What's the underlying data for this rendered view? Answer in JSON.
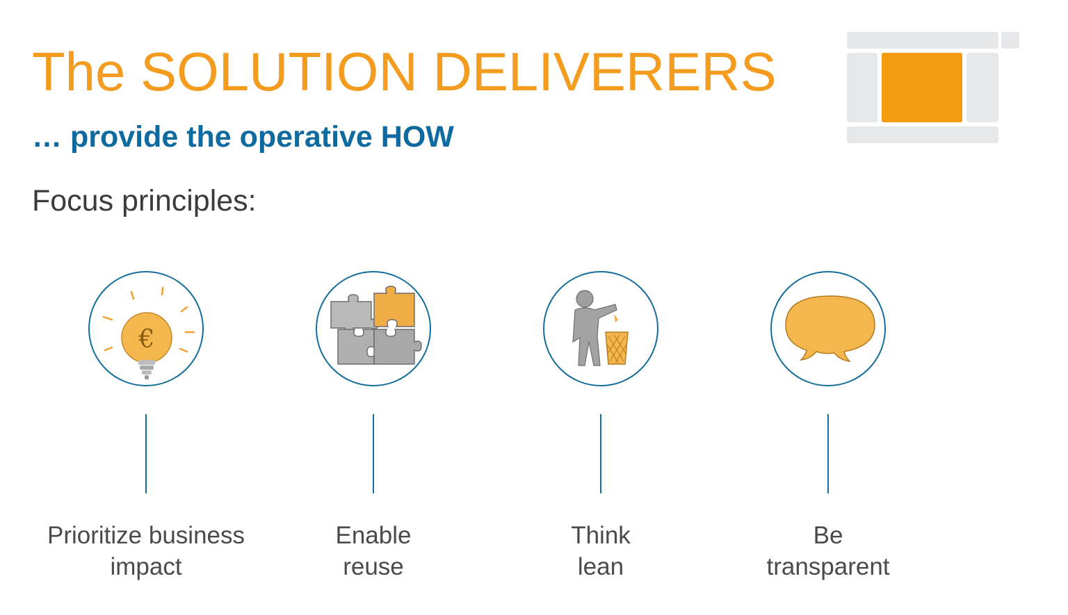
{
  "header": {
    "title": "The SOLUTION DELIVERERS",
    "subtitle": "… provide the operative HOW",
    "focus_heading": "Focus principles:"
  },
  "colors": {
    "accent_orange": "#f39c1f",
    "accent_blue": "#0e6a9f",
    "icon_gray": "#e6e7e8"
  },
  "principles": [
    {
      "icon": "lightbulb-euro-icon",
      "line1": "Prioritize business",
      "line2": "impact"
    },
    {
      "icon": "puzzle-icon",
      "line1": "Enable",
      "line2": "reuse"
    },
    {
      "icon": "trash-figure-icon",
      "line1": "Think",
      "line2": "lean"
    },
    {
      "icon": "speech-bubble-icon",
      "line1": "Be",
      "line2": "transparent"
    }
  ]
}
